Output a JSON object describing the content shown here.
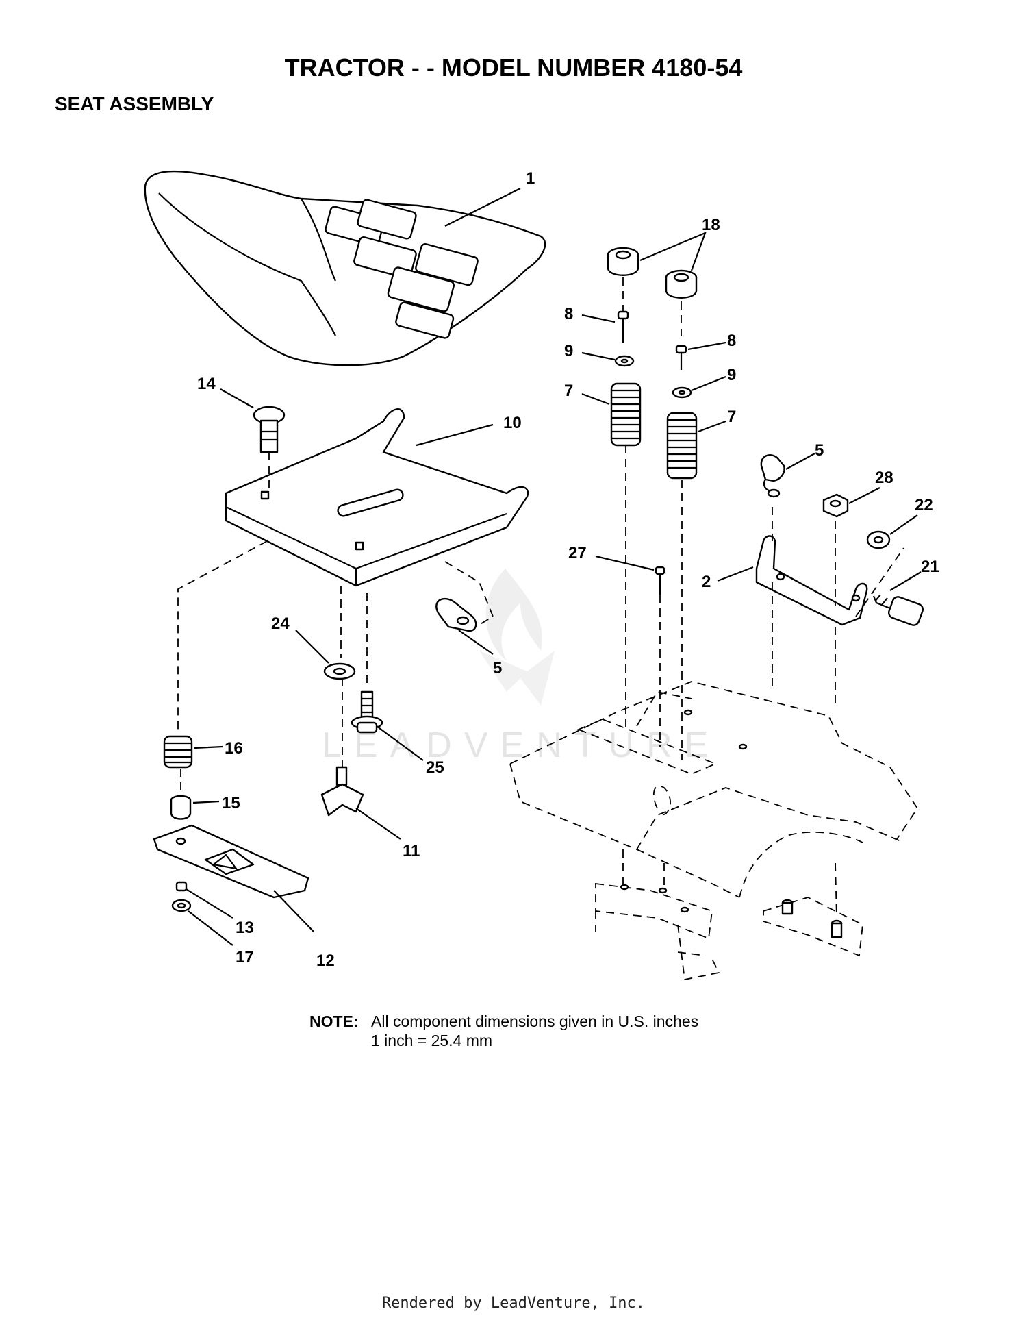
{
  "title": "TRACTOR - - MODEL NUMBER 4180-54",
  "section": "SEAT ASSEMBLY",
  "callouts": [
    {
      "id": "c1",
      "text": "1"
    },
    {
      "id": "c18",
      "text": "18"
    },
    {
      "id": "c8a",
      "text": "8"
    },
    {
      "id": "c8b",
      "text": "8"
    },
    {
      "id": "c9a",
      "text": "9"
    },
    {
      "id": "c9b",
      "text": "9"
    },
    {
      "id": "c7a",
      "text": "7"
    },
    {
      "id": "c7b",
      "text": "7"
    },
    {
      "id": "c14",
      "text": "14"
    },
    {
      "id": "c10",
      "text": "10"
    },
    {
      "id": "c5a",
      "text": "5"
    },
    {
      "id": "c28",
      "text": "28"
    },
    {
      "id": "c22",
      "text": "22"
    },
    {
      "id": "c27",
      "text": "27"
    },
    {
      "id": "c2",
      "text": "2"
    },
    {
      "id": "c21",
      "text": "21"
    },
    {
      "id": "c24",
      "text": "24"
    },
    {
      "id": "c5b",
      "text": "5"
    },
    {
      "id": "c16",
      "text": "16"
    },
    {
      "id": "c25",
      "text": "25"
    },
    {
      "id": "c15",
      "text": "15"
    },
    {
      "id": "c11",
      "text": "11"
    },
    {
      "id": "c13",
      "text": "13"
    },
    {
      "id": "c12",
      "text": "12"
    },
    {
      "id": "c17",
      "text": "17"
    }
  ],
  "note": {
    "label": "NOTE:",
    "line1": "All component dimensions given in U.S. inches",
    "line2": "1 inch = 25.4 mm"
  },
  "watermark": "LEADVENTURE",
  "footer": "Rendered by LeadVenture, Inc."
}
